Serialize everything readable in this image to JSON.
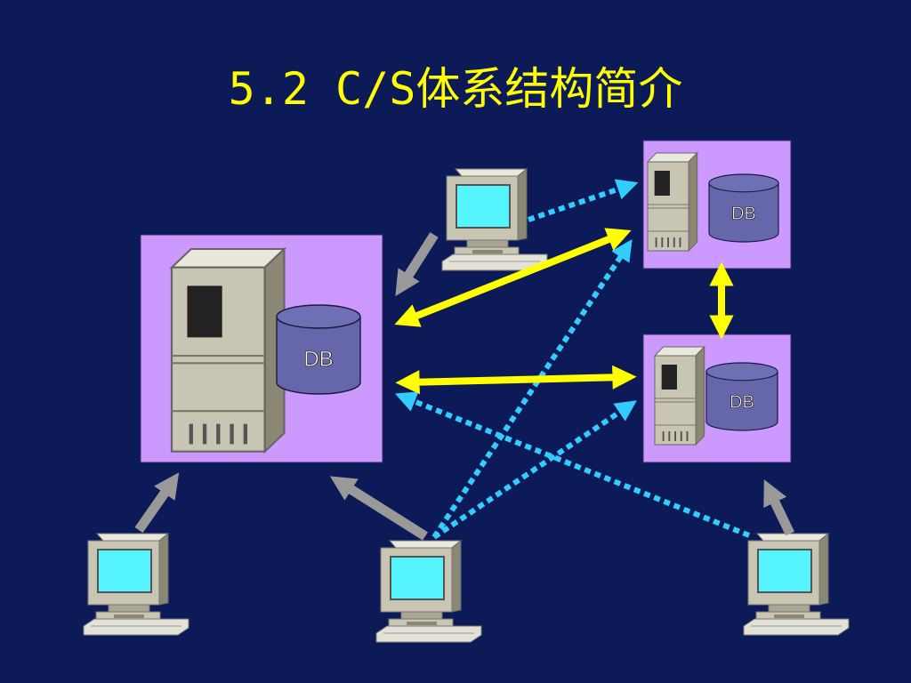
{
  "slide": {
    "title": "5.2 C/S体系结构简介"
  },
  "servers": [
    {
      "db_label": "DB"
    },
    {
      "db_label": "DB"
    },
    {
      "db_label": "DB"
    }
  ],
  "colors": {
    "background": "#0c1b57",
    "title": "#ffff00",
    "server_panel": "#cc99ff",
    "database": "#6666aa",
    "server_link": "#ffff00",
    "client_request": "#999999",
    "distributed_access": "#33ccff",
    "monitor_screen": "#55f4ff",
    "hardware": "#c8c5b2"
  }
}
